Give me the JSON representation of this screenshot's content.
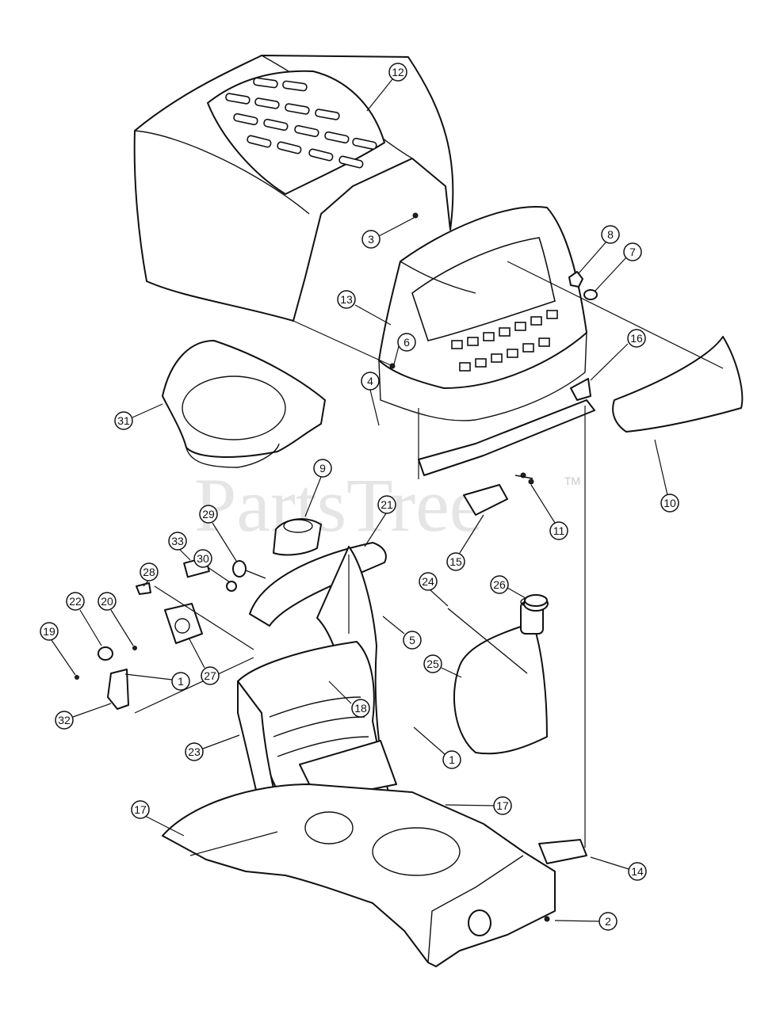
{
  "watermark": {
    "text": "PartsTree",
    "trademark": "TM"
  },
  "callouts": [
    {
      "label": "12"
    },
    {
      "label": "3"
    },
    {
      "label": "8"
    },
    {
      "label": "7"
    },
    {
      "label": "13"
    },
    {
      "label": "6"
    },
    {
      "label": "4"
    },
    {
      "label": "16"
    },
    {
      "label": "31"
    },
    {
      "label": "9"
    },
    {
      "label": "21"
    },
    {
      "label": "11"
    },
    {
      "label": "10"
    },
    {
      "label": "15"
    },
    {
      "label": "29"
    },
    {
      "label": "33"
    },
    {
      "label": "30"
    },
    {
      "label": "28"
    },
    {
      "label": "22"
    },
    {
      "label": "20"
    },
    {
      "label": "19"
    },
    {
      "label": "24"
    },
    {
      "label": "26"
    },
    {
      "label": "5"
    },
    {
      "label": "1"
    },
    {
      "label": "27"
    },
    {
      "label": "25"
    },
    {
      "label": "18"
    },
    {
      "label": "32"
    },
    {
      "label": "23"
    },
    {
      "label": "1"
    },
    {
      "label": "17"
    },
    {
      "label": "17"
    },
    {
      "label": "14"
    },
    {
      "label": "2"
    }
  ]
}
